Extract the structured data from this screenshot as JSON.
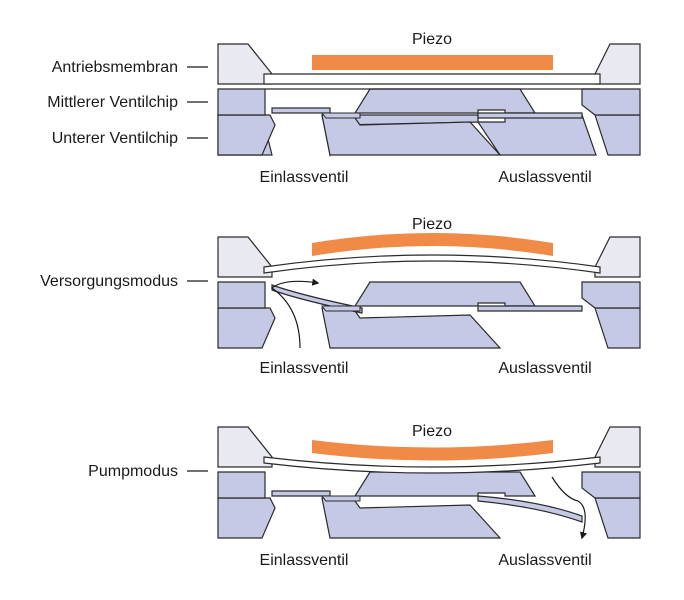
{
  "labels": {
    "piezo": "Piezo",
    "drive_membrane": "Antriebsmembran",
    "middle_valve_chip": "Mittlerer Ventilchip",
    "lower_valve_chip": "Unterer Ventilchip",
    "inlet_valve": "Einlassventil",
    "outlet_valve": "Auslassventil",
    "supply_mode": "Versorgungsmodus",
    "pump_mode": "Pumpmodus"
  },
  "colors": {
    "piezo": "#f08a46",
    "chip": "#c6c9e6",
    "frame": "#e8e9f1",
    "outline": "#2b2b2b"
  },
  "panels": [
    {
      "id": "rest",
      "piezo_bend": "flat",
      "inlet_flap": "closed",
      "outlet_flap": "closed",
      "flow": "none"
    },
    {
      "id": "supply",
      "piezo_bend": "up",
      "inlet_flap": "open",
      "outlet_flap": "closed",
      "flow": "inlet"
    },
    {
      "id": "pump",
      "piezo_bend": "down",
      "inlet_flap": "closed",
      "outlet_flap": "open",
      "flow": "outlet"
    }
  ]
}
